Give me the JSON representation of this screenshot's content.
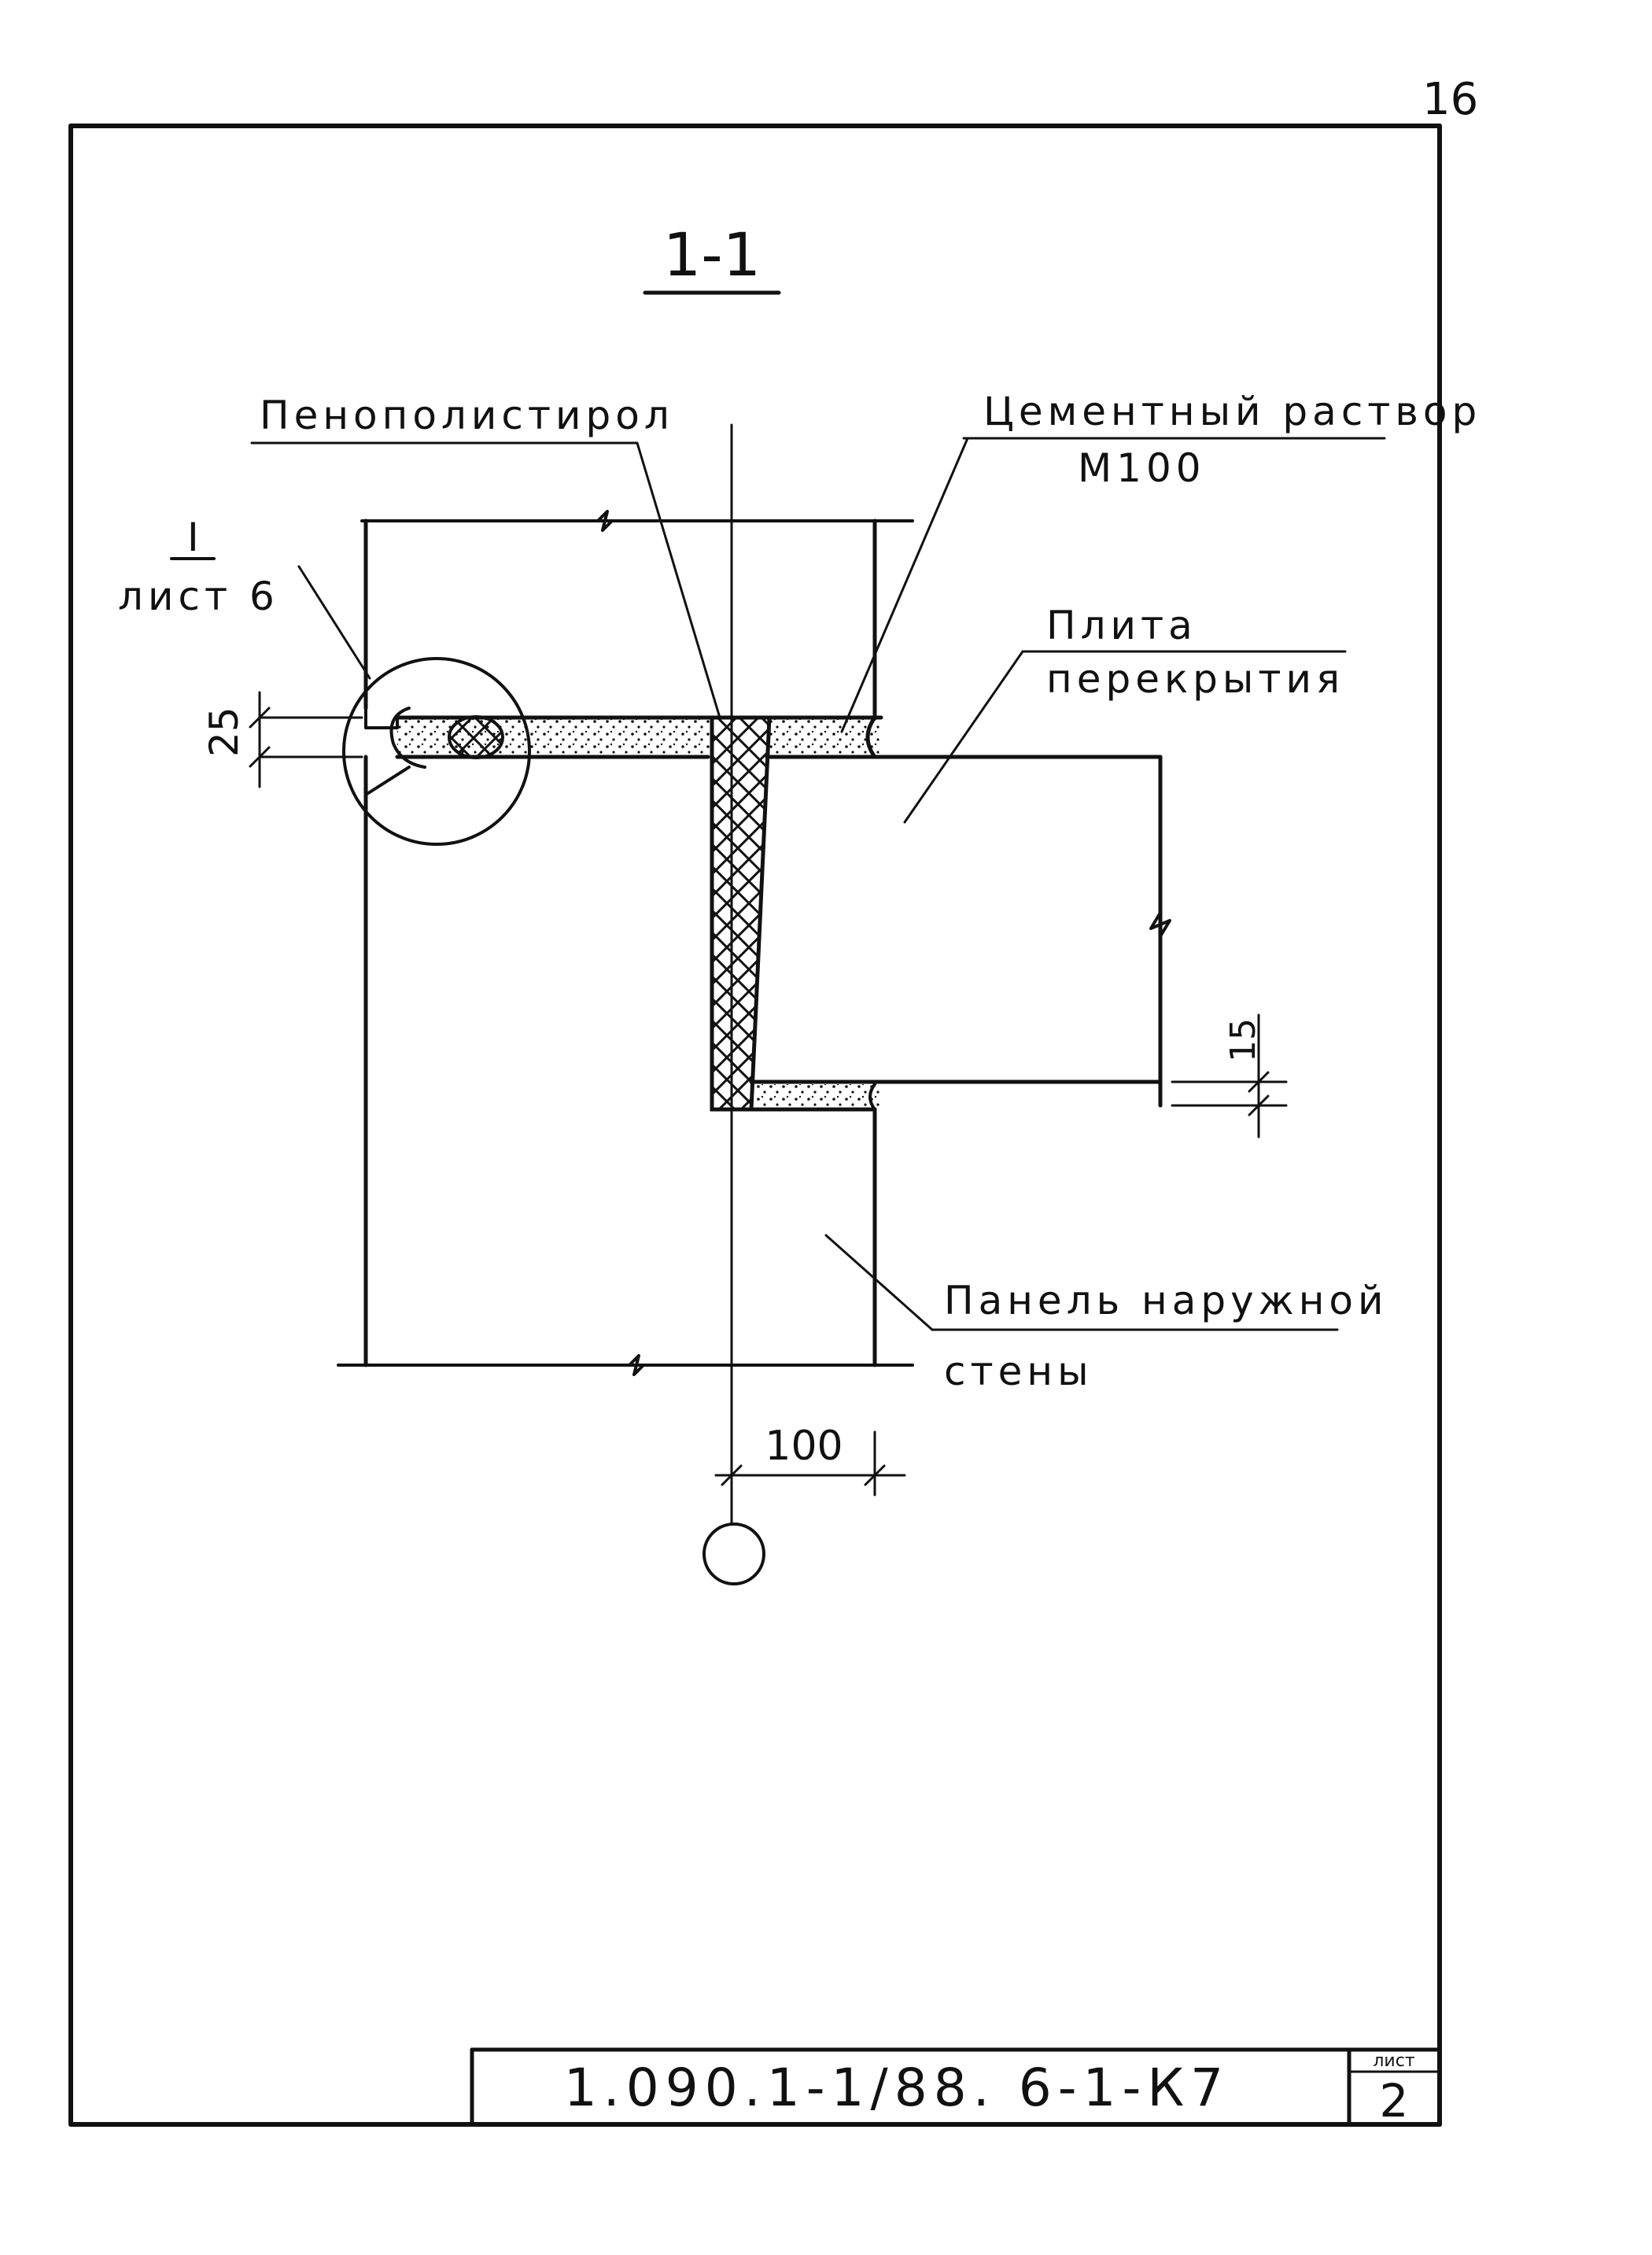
{
  "page_number": "16",
  "section_title": "1-1",
  "labels": {
    "polystyrene": "Пенополистирол",
    "cement_mortar": "Цементный раствор",
    "mortar_grade": "М100",
    "slab_line1": "Плита",
    "slab_line2": "перекрытия",
    "panel_line1": "Панель наружной",
    "panel_line2": "стены",
    "callout_ref": "I",
    "callout_sheet": "лист 6"
  },
  "dimensions": {
    "joint_height": "25",
    "slab_gap": "15",
    "axis_offset": "100"
  },
  "title_block": {
    "document_code": "1.090.1-1/88. 6-1-К7",
    "sheet_label": "лист",
    "sheet_number": "2"
  },
  "colors": {
    "ink": "#111111",
    "paper": "#ffffff"
  }
}
